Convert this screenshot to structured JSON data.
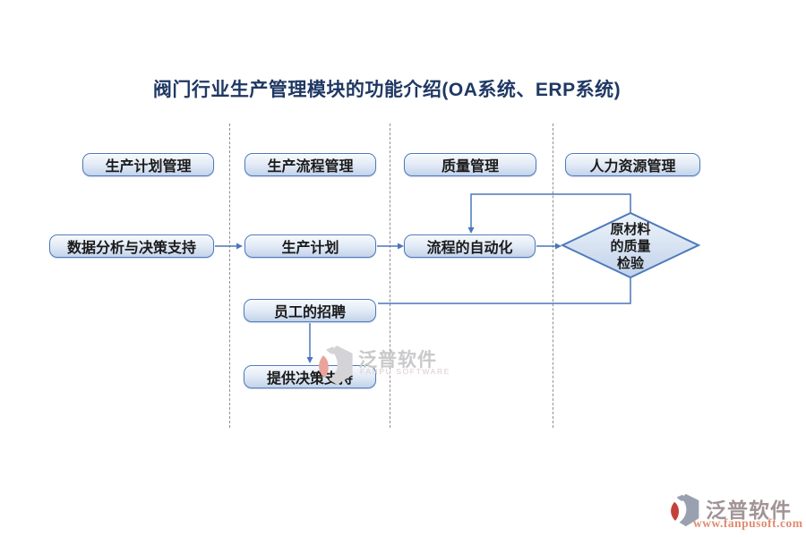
{
  "title": "阀门行业生产管理模块的功能介绍(OA系统、ERP系统)",
  "headers": [
    {
      "label": "生产计划管理"
    },
    {
      "label": "生产流程管理"
    },
    {
      "label": "质量管理"
    },
    {
      "label": "人力资源管理"
    }
  ],
  "flow": {
    "data_analysis": "数据分析与决策支持",
    "production_plan": "生产计划",
    "process_automation": "流程的自动化",
    "raw_material_inspection": "原材料的质量检验",
    "raw_material_inspection_lines": [
      "原材料",
      "的质量",
      "检验"
    ],
    "employee_recruitment": "员工的招聘",
    "decision_support": "提供决策支持"
  },
  "watermark": {
    "brand": "泛普软件",
    "brand_sub": "FANPU SOFTWARE"
  },
  "footer": {
    "brand": "泛普软件",
    "website": "www.fanpusoft.com"
  },
  "colors": {
    "title": "#1f3864",
    "node_border": "#4d7abc",
    "node_fill_top": "#f7fafd",
    "node_fill_bottom": "#c3d3eb",
    "connector_line": "#4a77b8",
    "dashed_divider": "#8f8f8f",
    "watermark_gray": "#c9c9cb",
    "footer_brand": "#a29496",
    "footer_url": "#e08a70",
    "logo_red": "#c2423c"
  }
}
